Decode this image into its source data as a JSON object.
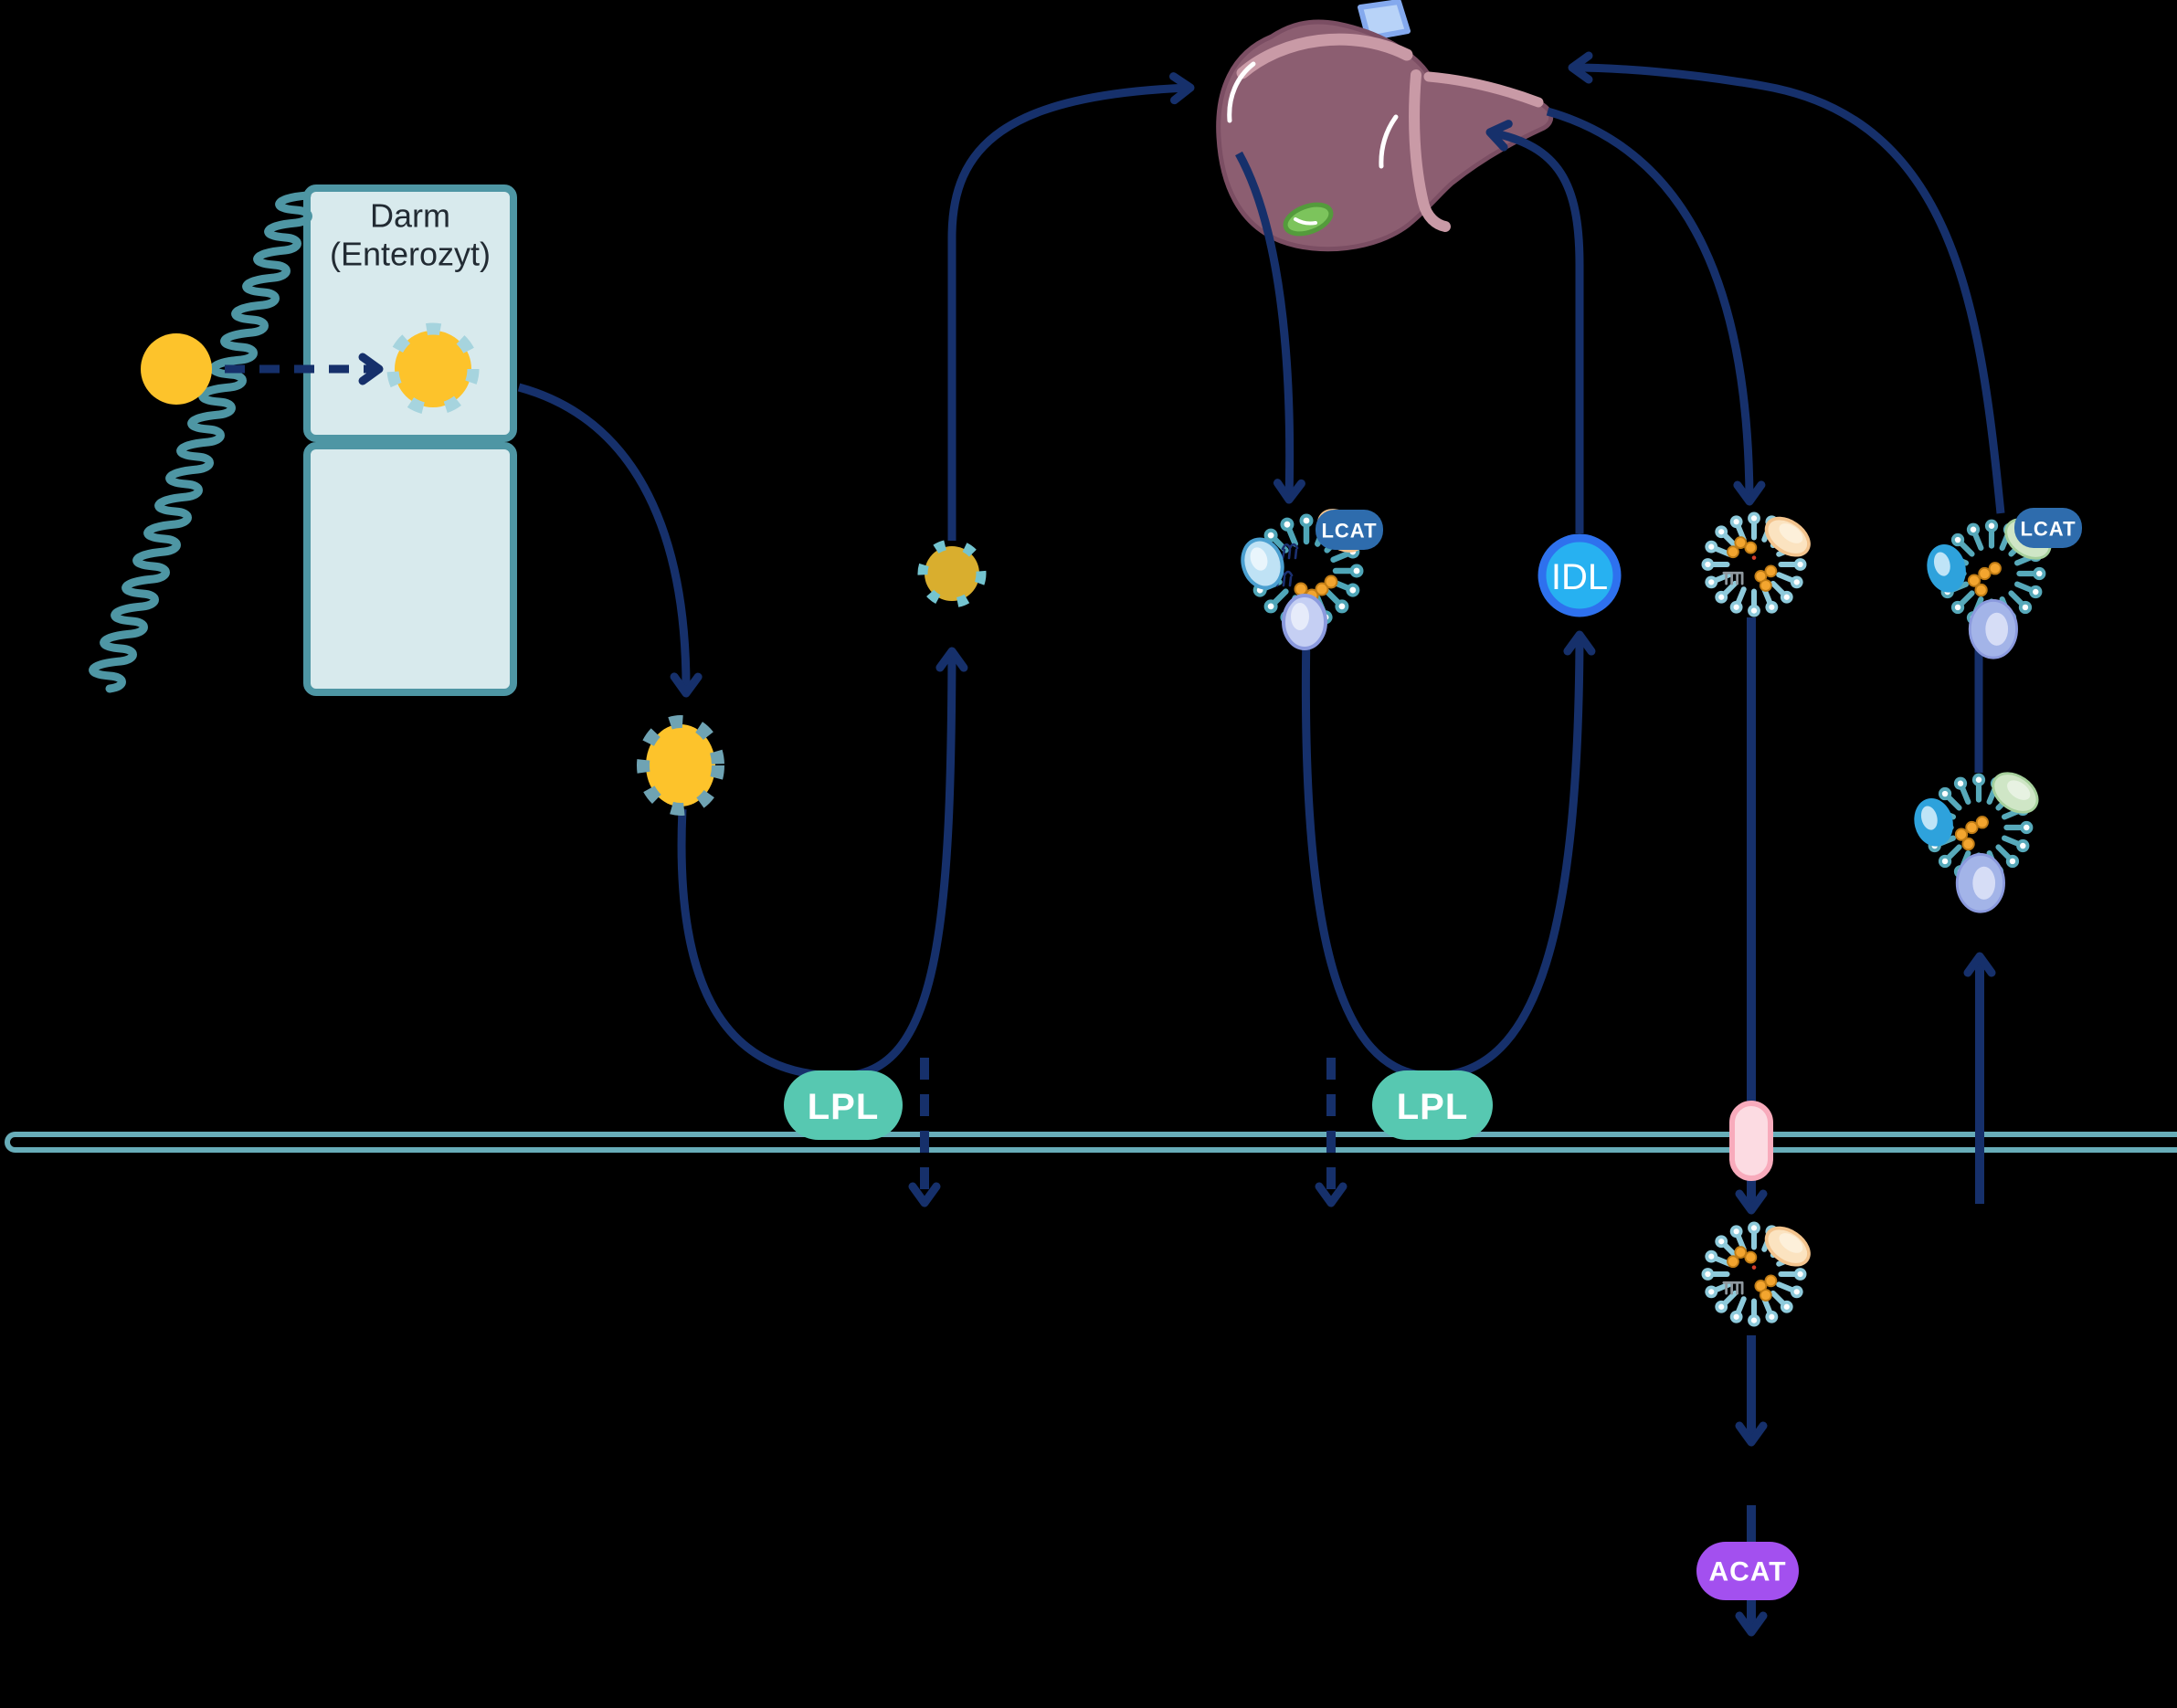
{
  "enterocyte": {
    "label_line1": "Darm",
    "label_line2": "(Enterozyt)"
  },
  "badges": {
    "lpl": "LPL",
    "lcat": "LCAT",
    "idl": "IDL",
    "acat": "ACAT"
  },
  "colors": {
    "background": "#000000",
    "arrow_navy": "#16306b",
    "membrane_teal": "#68adb9",
    "cell_fill": "#d8eaed",
    "cell_border": "#4e96a4",
    "fat_yellow": "#fdc32b",
    "remnant_yellow": "#d9ae2e",
    "chylo_dash": "#6fa3b3",
    "lpl_fill": "#57c8b1",
    "lcat_fill": "#2e6cad",
    "idl_fill": "#27b1f1",
    "idl_border": "#2e71ee",
    "acat_fill": "#a350ef",
    "receptor_fill": "#fcdbe2",
    "receptor_border": "#f8abbc",
    "liver_fill": "#8c5e71",
    "liver_accent": "#c99aa6",
    "gallbladder_green": "#7cc45c",
    "vessel_blue": "#b8d3f8",
    "phospholipid_teal": "#4fa6b8",
    "cholesterol_orange": "#f3a52f"
  }
}
